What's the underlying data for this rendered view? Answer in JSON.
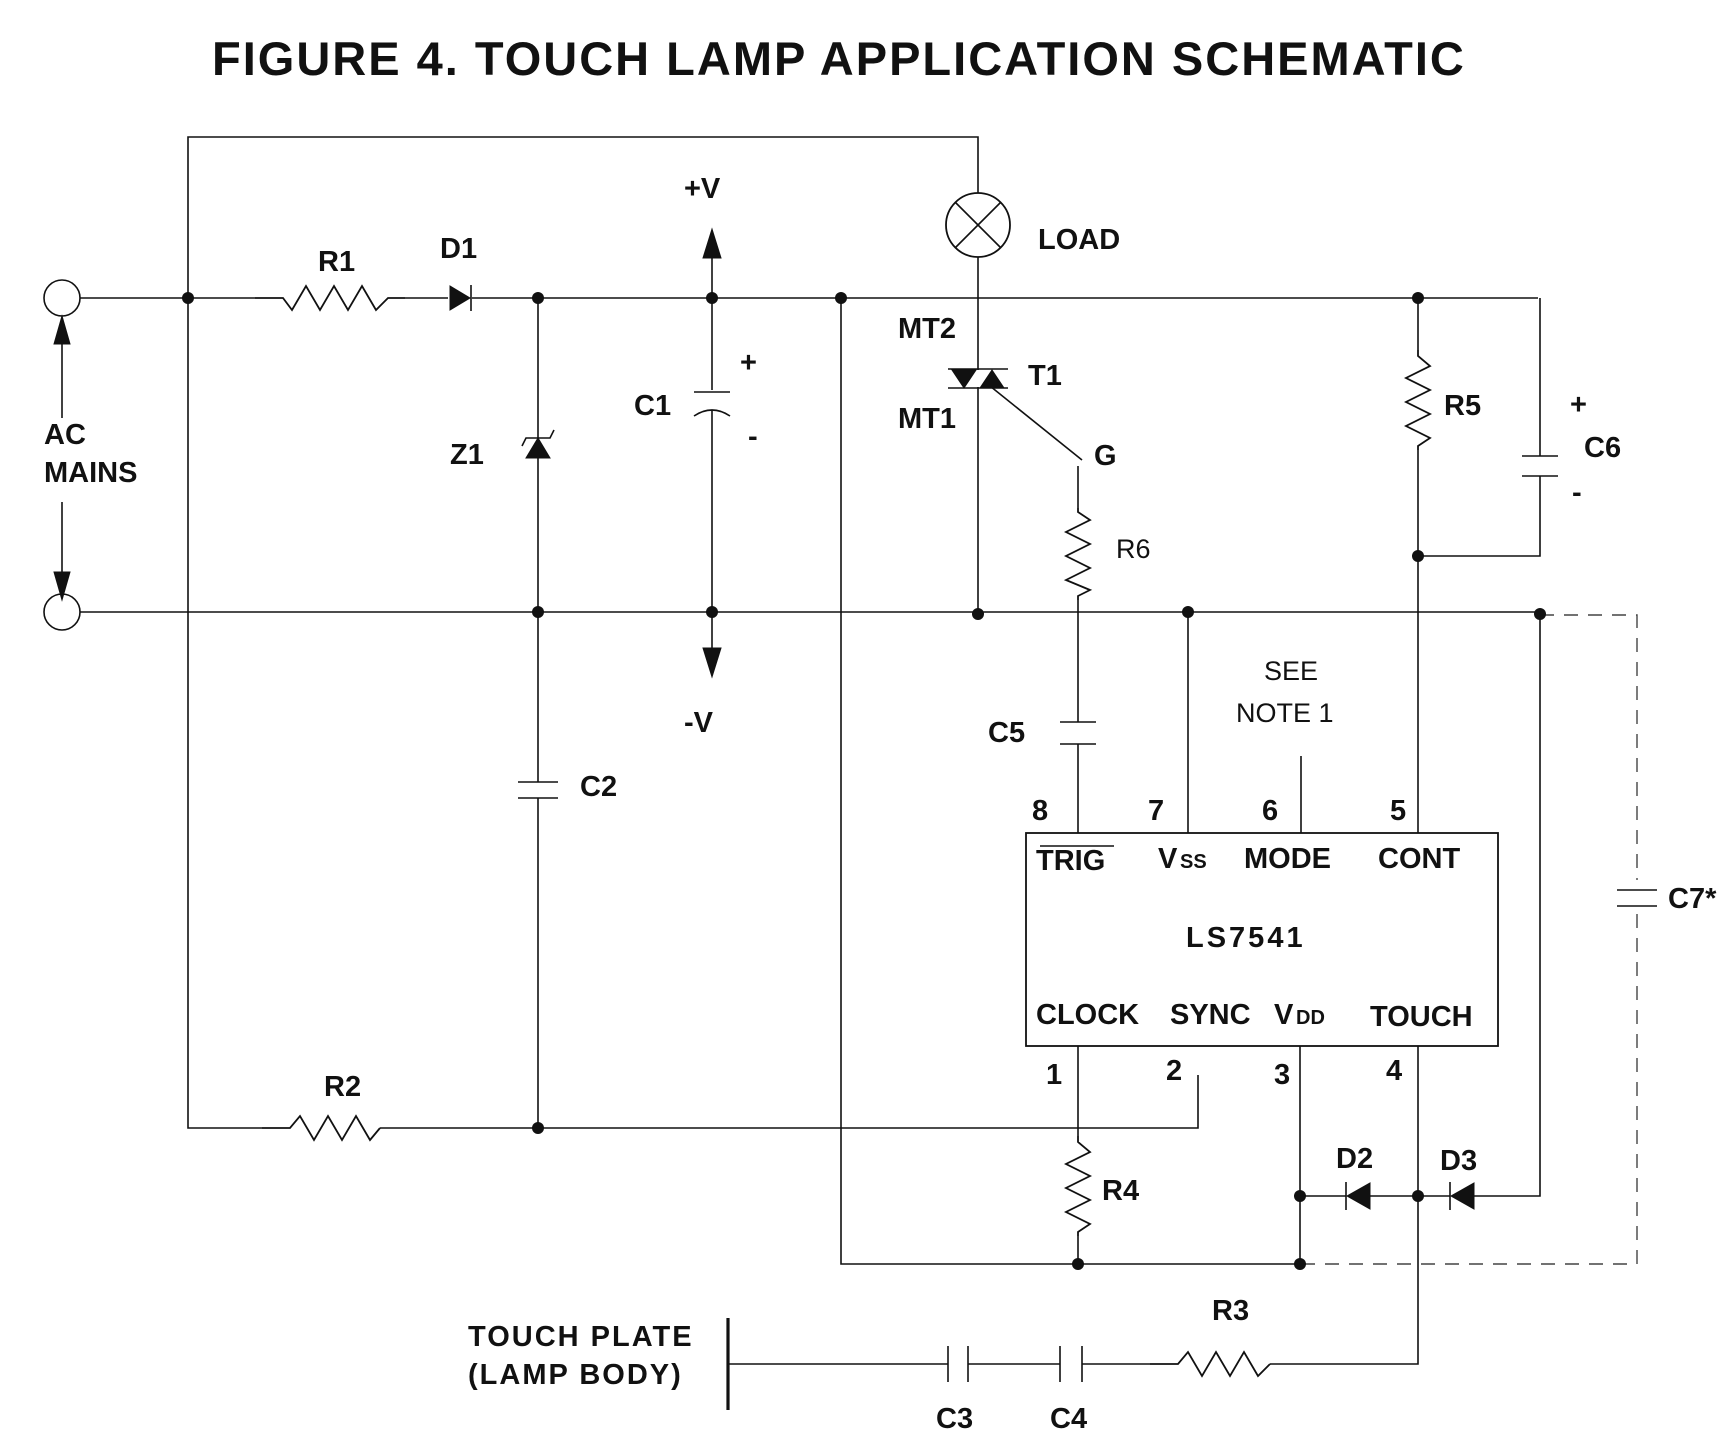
{
  "title": "FIGURE 4.  TOUCH LAMP APPLICATION SCHEMATIC",
  "labels": {
    "ac_mains_1": "AC",
    "ac_mains_2": "MAINS",
    "r1": "R1",
    "d1": "D1",
    "z1": "Z1",
    "c1": "C1",
    "c1_plus": "+",
    "c1_minus": "-",
    "plus_v": "+V",
    "minus_v": "-V",
    "load": "LOAD",
    "mt2": "MT2",
    "mt1": "MT1",
    "t1": "T1",
    "g": "G",
    "r6": "R6",
    "c5": "C5",
    "r5": "R5",
    "c6": "C6",
    "c6_plus": "+",
    "c6_minus": "-",
    "see_note_1": "SEE",
    "see_note_2": "NOTE 1",
    "c2": "C2",
    "r2": "R2",
    "r4": "R4",
    "d2": "D2",
    "d3": "D3",
    "c7": "C7*",
    "r3": "R3",
    "c3": "C3",
    "c4": "C4",
    "touch_plate_1": "TOUCH PLATE",
    "touch_plate_2": "(LAMP BODY)"
  },
  "ic": {
    "name": "LS7541",
    "pins_top": [
      {
        "num": "8",
        "label": "TRIG"
      },
      {
        "num": "7",
        "label": "V",
        "sub": "SS"
      },
      {
        "num": "6",
        "label": "MODE"
      },
      {
        "num": "5",
        "label": "CONT"
      }
    ],
    "pins_bottom": [
      {
        "num": "1",
        "label": "CLOCK"
      },
      {
        "num": "2",
        "label": "SYNC"
      },
      {
        "num": "3",
        "label": "V",
        "sub": "DD"
      },
      {
        "num": "4",
        "label": "TOUCH"
      }
    ]
  },
  "colors": {
    "ink": "#111111",
    "background": "#ffffff"
  }
}
